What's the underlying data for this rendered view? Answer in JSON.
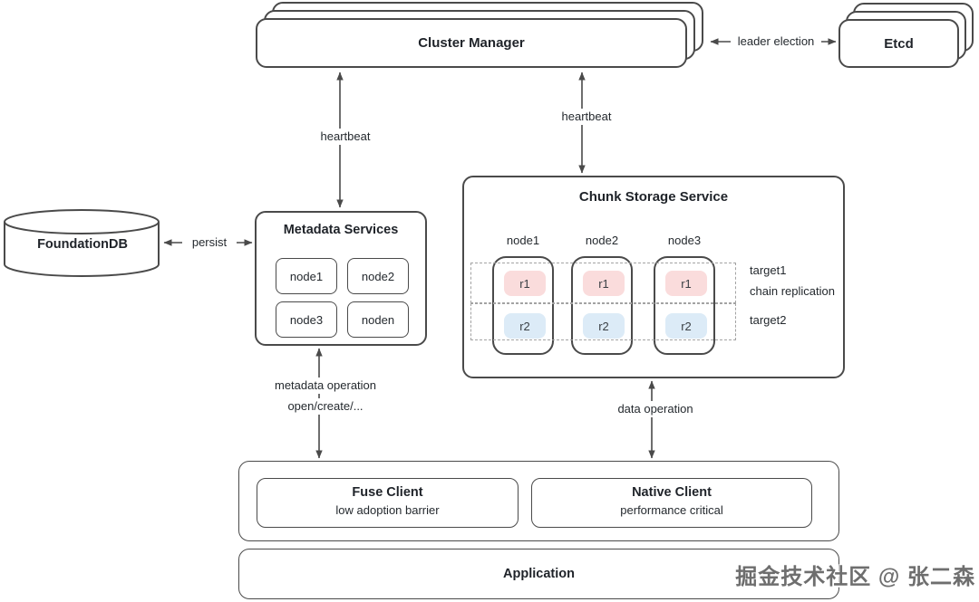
{
  "diagram": {
    "cluster_manager": {
      "label": "Cluster Manager"
    },
    "etcd": {
      "label": "Etcd"
    },
    "foundationdb": {
      "label": "FoundationDB"
    },
    "metadata_services": {
      "title": "Metadata Services",
      "nodes": [
        "node1",
        "node2",
        "node3",
        "noden"
      ]
    },
    "chunk_storage_service": {
      "title": "Chunk Storage Service",
      "node_labels": [
        "node1",
        "node2",
        "node3"
      ],
      "replicas": {
        "r1": "r1",
        "r2": "r2"
      },
      "annotations": {
        "target1": "target1",
        "chain_replication": "chain replication",
        "target2": "target2"
      }
    },
    "edges": {
      "leader_election": "leader election",
      "heartbeat_metadata": "heartbeat",
      "heartbeat_chunk": "heartbeat",
      "persist": "persist",
      "metadata_operation": "metadata operation",
      "metadata_operation_detail": "open/create/...",
      "data_operation": "data operation"
    },
    "clients": {
      "fuse_client": {
        "title": "Fuse Client",
        "subtitle": "low adoption barrier"
      },
      "native_client": {
        "title": "Native Client",
        "subtitle": "performance critical"
      }
    },
    "application": {
      "label": "Application"
    },
    "watermark": "掘金技术社区 @ 张二森",
    "colors": {
      "border": "#4a4a4a",
      "dashed_border": "#a3a3a3",
      "replica_r1_bg": "#fadcdc",
      "replica_r2_bg": "#dcebf7",
      "text": "#24292e",
      "watermark_text": "#6e6e6e"
    }
  }
}
